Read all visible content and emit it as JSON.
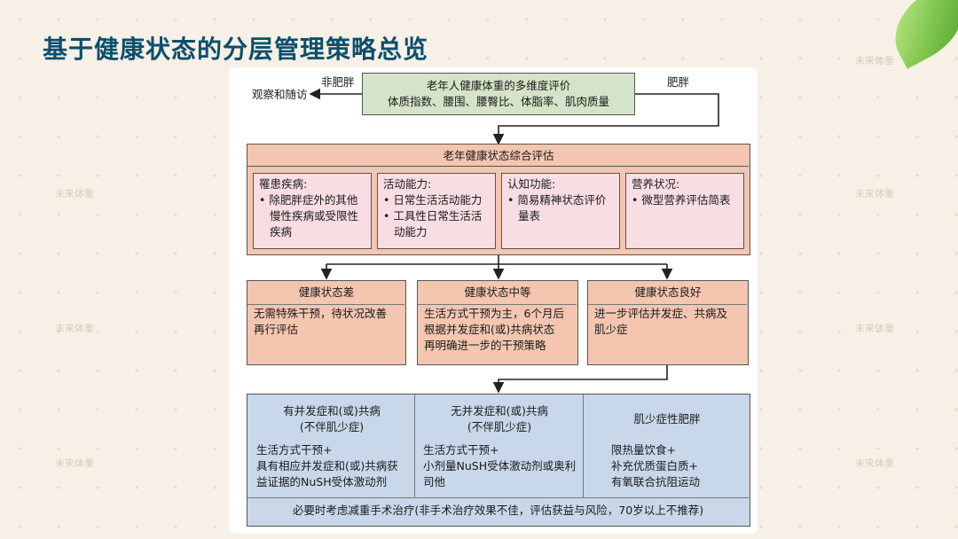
{
  "title": "基于健康状态的分层管理策略总览",
  "watermark": "未来体重",
  "colors": {
    "title": "#0b4f6c",
    "top_box": "#d5e4c8",
    "assessment": "#f4c6b0",
    "sub_box": "#f8dde2",
    "bottom": "#c8d8ea"
  },
  "top": {
    "line1": "老年人健康体重的多维度评价",
    "line2": "体质指数、腰围、腰臀比、体脂率、肌肉质量",
    "left_label": "非肥胖",
    "right_label": "肥胖",
    "observe": "观察和随访"
  },
  "assessment": {
    "title": "老年健康状态综合评估",
    "items": [
      {
        "title": "罹患疾病:",
        "lines": [
          "• 除肥胖症外的其他",
          "  慢性疾病或受限性",
          "  疾病"
        ]
      },
      {
        "title": "活动能力:",
        "lines": [
          "• 日常生活活动能力",
          "• 工具性日常生活活",
          "  动能力"
        ]
      },
      {
        "title": "认知功能:",
        "lines": [
          "• 简易精神状态评价",
          "  量表"
        ]
      },
      {
        "title": "营养状况:",
        "lines": [
          "• 微型营养评估简表"
        ]
      }
    ]
  },
  "status": [
    {
      "title": "健康状态差",
      "lines": [
        "无需特殊干预，待状况改善",
        "再行评估"
      ]
    },
    {
      "title": "健康状态中等",
      "lines": [
        "生活方式干预为主，6个月后",
        "根据并发症和(或)共病状态",
        "再明确进一步的干预策略"
      ]
    },
    {
      "title": "健康状态良好",
      "lines": [
        "进一步评估并发症、共病及",
        "肌少症"
      ]
    }
  ],
  "strategies": [
    {
      "title1": "有并发症和(或)共病",
      "title2": "(不伴肌少症)",
      "lines": [
        "生活方式干预+",
        "具有相应并发症和(或)共病获",
        "益证据的NuSH受体激动剂"
      ]
    },
    {
      "title1": "无并发症和(或)共病",
      "title2": "(不伴肌少症)",
      "lines": [
        "生活方式干预+",
        "小剂量NuSH受体激动剂或奥利",
        "司他"
      ]
    },
    {
      "title1": "肌少症性肥胖",
      "title2": "",
      "lines": [
        "限热量饮食+",
        "补充优质蛋白质+",
        "有氧联合抗阻运动"
      ]
    }
  ],
  "footer": "必要时考虑减重手术治疗(非手术治疗效果不佳，评估获益与风险，70岁以上不推荐)"
}
